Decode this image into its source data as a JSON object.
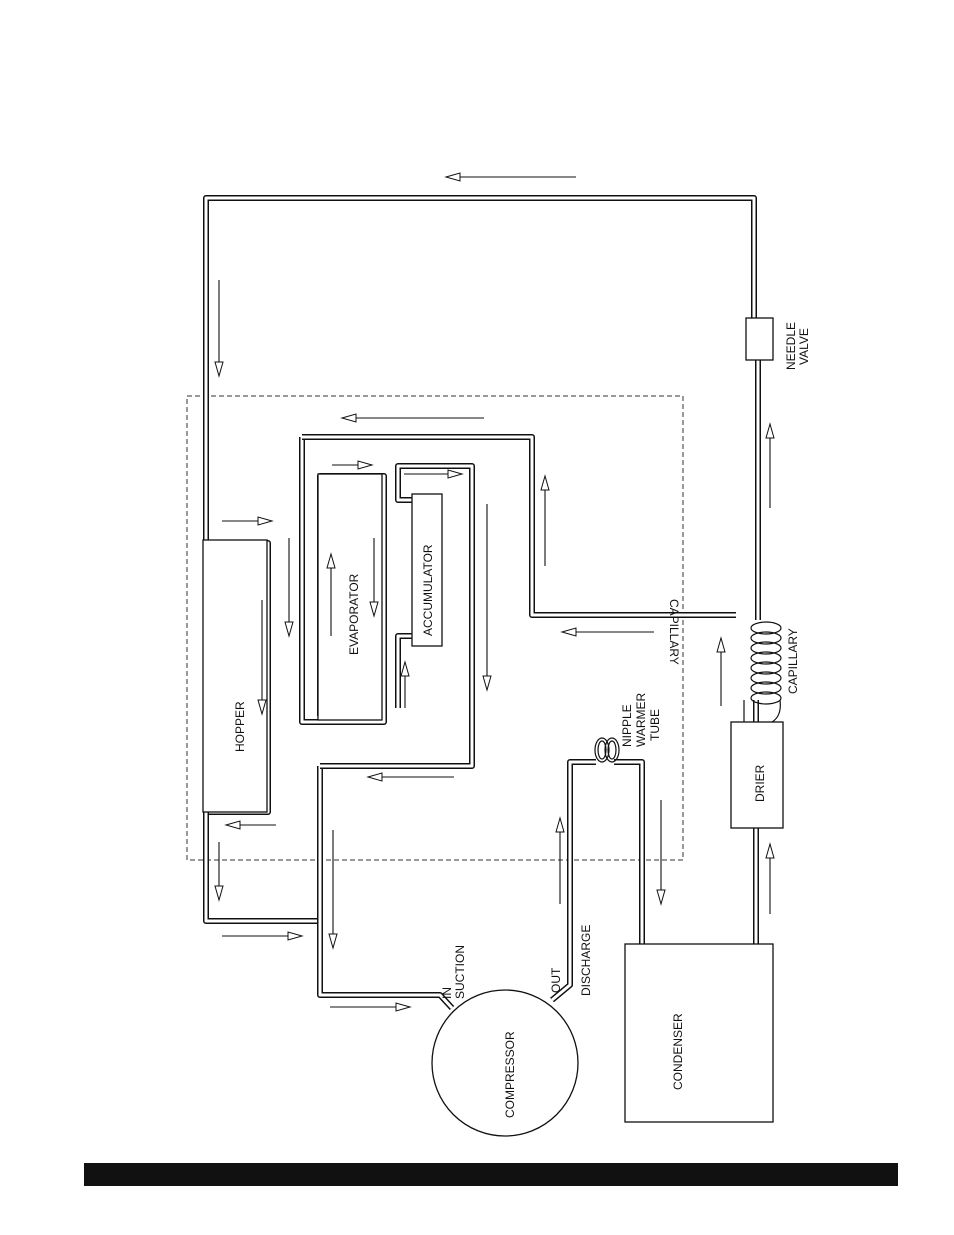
{
  "diagram": {
    "labels": {
      "hopper": "HOPPER",
      "evaporator": "EVAPORATOR",
      "accumulator": "ACCUMULATOR",
      "compressor": "COMPRESSOR",
      "condenser": "CONDENSER",
      "drier": "DRIER",
      "needle_valve_1": "NEEDLE",
      "needle_valve_2": "VALVE",
      "capillary_top": "CAPILLARY",
      "capillary_coil": "CAPILLARY",
      "nipple_1": "NIPPLE",
      "nipple_2": "WARMER",
      "nipple_3": "TUBE",
      "suction_in": "IN",
      "suction": "SUCTION",
      "discharge_out": "OUT",
      "discharge": "DISCHARGE"
    }
  },
  "footer": {
    "bar_color": "#111111"
  }
}
